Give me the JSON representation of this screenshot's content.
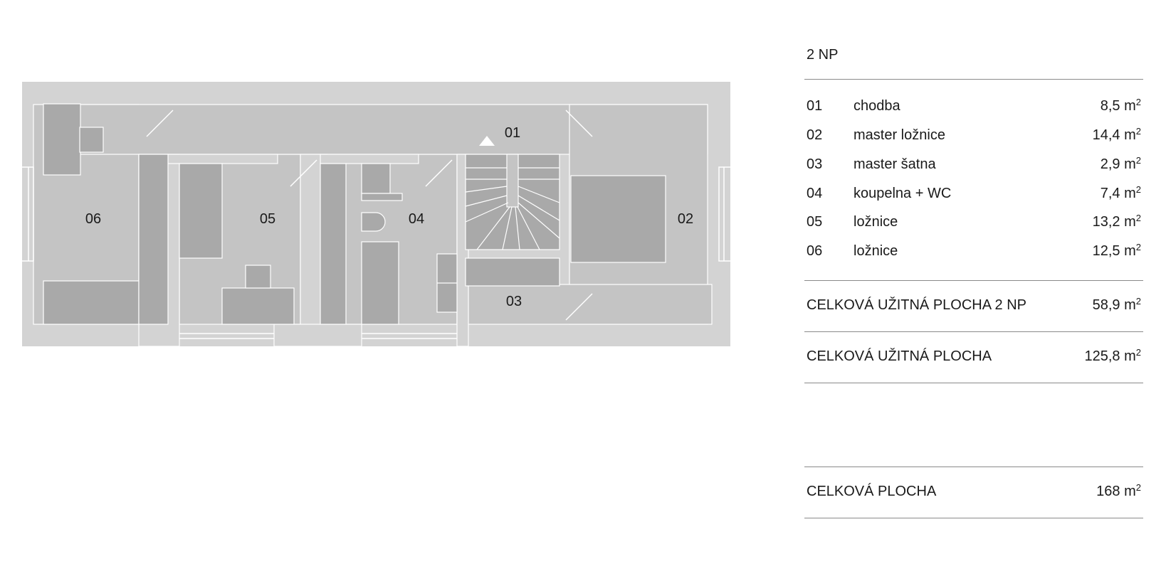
{
  "floor": "2 NP",
  "unit": "m",
  "unit_exp": "2",
  "rooms": [
    {
      "num": "01",
      "name": "chodba",
      "area": "8,5"
    },
    {
      "num": "02",
      "name": "master ložnice",
      "area": "14,4"
    },
    {
      "num": "03",
      "name": "master šatna",
      "area": "2,9"
    },
    {
      "num": "04",
      "name": "koupelna + WC",
      "area": "7,4"
    },
    {
      "num": "05",
      "name": "ložnice",
      "area": "13,2"
    },
    {
      "num": "06",
      "name": "ložnice",
      "area": "12,5"
    }
  ],
  "totals": {
    "floor_usable": {
      "label": "CELKOVÁ UŽITNÁ PLOCHA 2 NP",
      "value": "58,9"
    },
    "usable": {
      "label": "CELKOVÁ UŽITNÁ PLOCHA",
      "value": "125,8"
    },
    "total": {
      "label": "CELKOVÁ PLOCHA",
      "value": "168"
    }
  },
  "colors": {
    "wall": "#d3d3d3",
    "floor": "#c4c4c4",
    "furniture": "#a9a9a9",
    "line": "#ffffff"
  }
}
